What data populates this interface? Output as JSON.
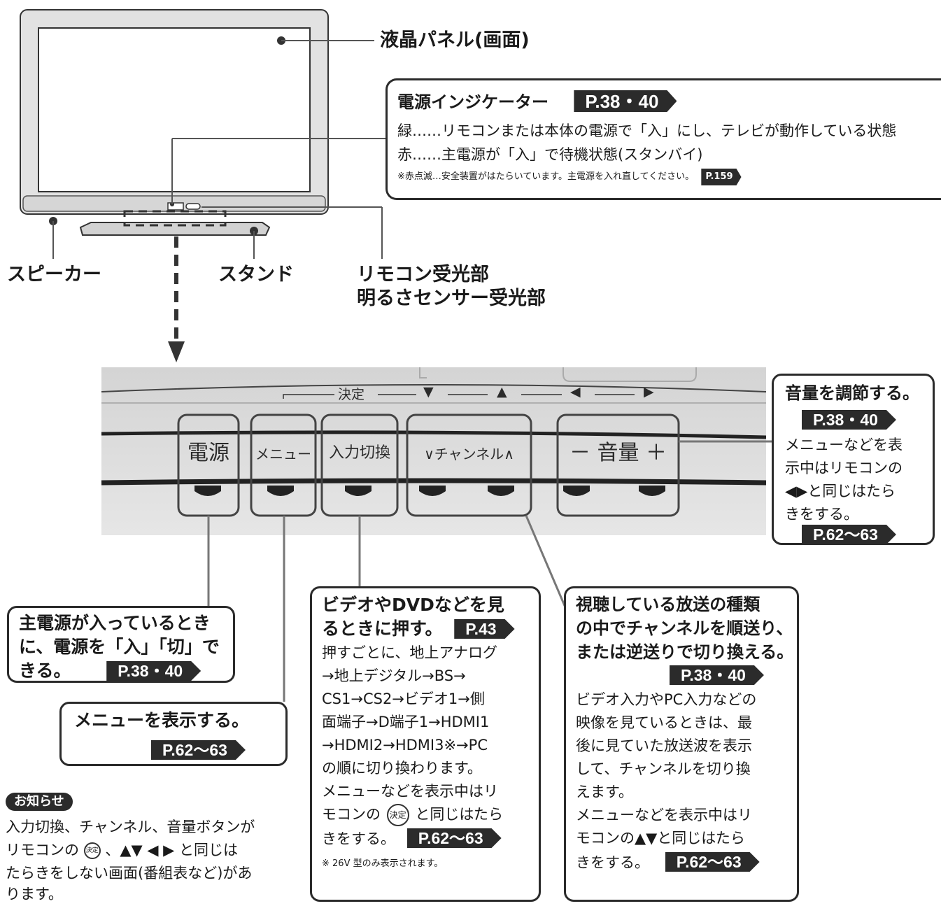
{
  "labels": {
    "lcd_panel": "液晶パネル(画面)",
    "speaker": "スピーカー",
    "stand": "スタンド",
    "remote_sensor_1": "リモコン受光部",
    "remote_sensor_2": "明るさセンサー受光部"
  },
  "power_indicator": {
    "title": "電源インジケーター",
    "ref": "P.38・40",
    "line1": "緑……リモコンまたは本体の電源で「入」にし、テレビが動作している状態",
    "line2": "赤……主電源が「入」で待機状態(スタンバイ)",
    "note": "※赤点滅…安全装置がはたらいています。主電源を入れ直してください。",
    "note_ref": "P.159"
  },
  "panel_strip": {
    "decide": "決定",
    "down": "▼",
    "up": "▲",
    "left": "◀",
    "right": "▶"
  },
  "buttons": {
    "power": "電源",
    "menu": "メニュー",
    "input": "入力切換",
    "channel": "∨チャンネル∧",
    "volume": "－ 音量 ＋"
  },
  "volume_box": {
    "title": "音量を調節する。",
    "ref1": "P.38・40",
    "lines": [
      "メニューなどを表",
      "示中はリモコンの",
      "◀▶と同じはたら",
      "きをする。"
    ],
    "ref2": "P.62〜63"
  },
  "power_box": {
    "lines": [
      "主電源が入っているとき",
      "に、電源を「入」「切」で"
    ],
    "last": "きる。",
    "ref": "P.38・40"
  },
  "menu_box": {
    "title": "メニューを表示する。",
    "ref": "P.62〜63"
  },
  "input_box": {
    "title1": "ビデオやDVDなどを見",
    "title2": "るときに押す。",
    "ref1": "P.43",
    "lines": [
      "押すごとに、地上アナログ",
      "→地上デジタル→BS→",
      "CS1→CS2→ビデオ1→側",
      "面端子→D端子1→HDMI1",
      "→HDMI2→HDMI3※→PC",
      "の順に切り換わります。",
      "メニューなどを表示中はリ"
    ],
    "line_a": "モコンの",
    "decide_icon": "決定",
    "line_b": "と同じはたら",
    "last": "きをする。",
    "ref2": "P.62〜63",
    "note": "※ 26V 型のみ表示されます。"
  },
  "channel_box": {
    "titles": [
      "視聴している放送の種類",
      "の中でチャンネルを順送り、",
      "または逆送りで切り換える。"
    ],
    "ref1": "P.38・40",
    "lines": [
      "ビデオ入力やPC入力などの",
      "映像を見ているときは、最",
      "後に見ていた放送波を表示",
      "して、チャンネルを切り換",
      "えます。",
      "メニューなどを表示中はリ",
      "モコンの▲▼と同じはたら"
    ],
    "last": "きをする。",
    "ref2": "P.62〜63"
  },
  "notice": {
    "badge": "お知らせ",
    "line1": "入力切換、チャンネル、音量ボタンが",
    "line2a": "リモコンの",
    "decide_icon": "決定",
    "line2b": "、▲▼ ◀ ▶ と同じは",
    "line3": "たらきをしない画面(番組表など)があ",
    "line4": "ります。"
  }
}
